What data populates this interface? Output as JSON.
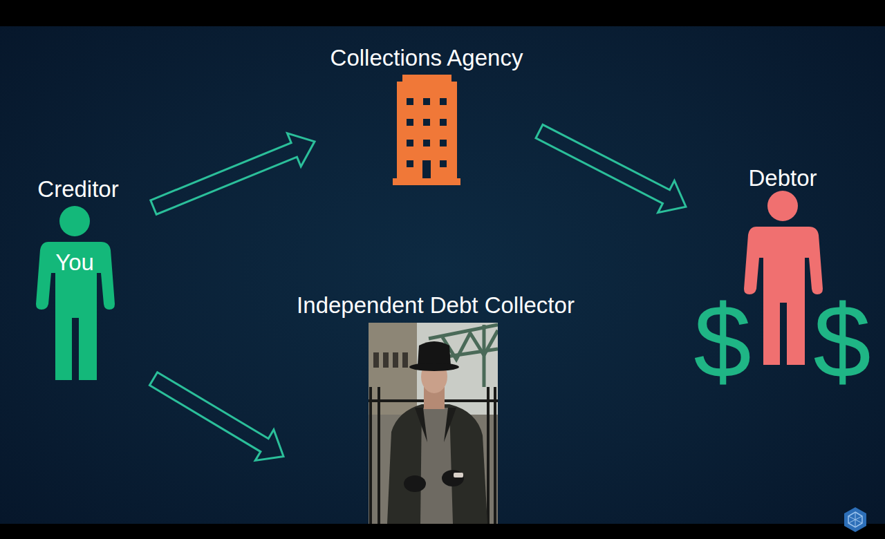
{
  "diagram": {
    "nodes": [
      {
        "text": [
          "Creditor",
          "You"
        ]
      },
      {
        "text": [
          "Collections Agency"
        ]
      },
      {
        "text": [
          "Debtor"
        ]
      },
      {
        "text": [
          "Independent Debt Collector"
        ]
      }
    ],
    "edges": [
      {
        "from": 0,
        "to": 1,
        "arrow": "to"
      },
      {
        "from": 1,
        "to": 2,
        "arrow": "to"
      },
      {
        "from": 0,
        "to": 3,
        "arrow": "to"
      }
    ],
    "labels": [
      "$",
      "$"
    ]
  }
}
